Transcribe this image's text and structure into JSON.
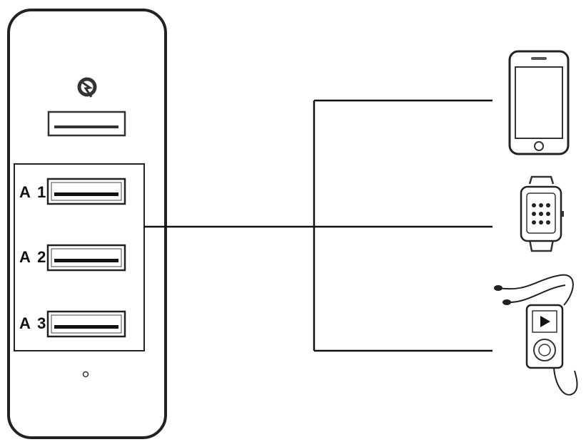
{
  "charger": {
    "ports": [
      {
        "label": "A 1"
      },
      {
        "label": "A 2"
      },
      {
        "label": "A 3"
      }
    ]
  },
  "devices": [
    {
      "icon": "smartphone-icon"
    },
    {
      "icon": "smartwatch-icon"
    },
    {
      "icon": "mp3-player-icon"
    }
  ],
  "colors": {
    "line": "#111111",
    "fill": "#ffffff"
  }
}
